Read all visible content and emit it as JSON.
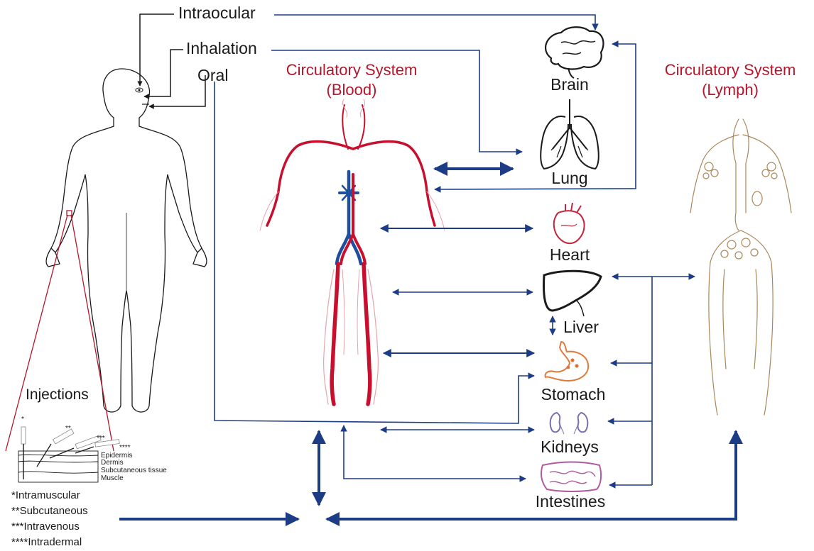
{
  "routes": {
    "intraocular": "Intraocular",
    "inhalation": "Inhalation",
    "oral": "Oral"
  },
  "systems": {
    "blood": {
      "line1": "Circulatory System",
      "line2": "(Blood)"
    },
    "lymph": {
      "line1": "Circulatory System",
      "line2": "(Lymph)"
    }
  },
  "organs": {
    "brain": "Brain",
    "lung": "Lung",
    "heart": "Heart",
    "liver": "Liver",
    "stomach": "Stomach",
    "kidneys": "Kidneys",
    "intestines": "Intestines"
  },
  "injections": {
    "title": "Injections",
    "markers": [
      "*",
      "**",
      "***",
      "****"
    ],
    "layers": [
      "Epidermis",
      "Dermis",
      "Subcutaneous tissue",
      "Muscle"
    ],
    "legend": [
      "*Intramuscular",
      "**Subcutaneous",
      "***Intravenous",
      "****Intradermal"
    ]
  },
  "colors": {
    "arrow": "#1d3c86",
    "system_title": "#b5152b",
    "artery": "#c8102e",
    "vein": "#1d4fa0",
    "lymph": "#a9875a",
    "outline": "#1a1a1a",
    "heart": "#c2253c",
    "stomach": "#e07a3c",
    "kidneys": "#7a6fb0",
    "intestines": "#b05aa0"
  }
}
